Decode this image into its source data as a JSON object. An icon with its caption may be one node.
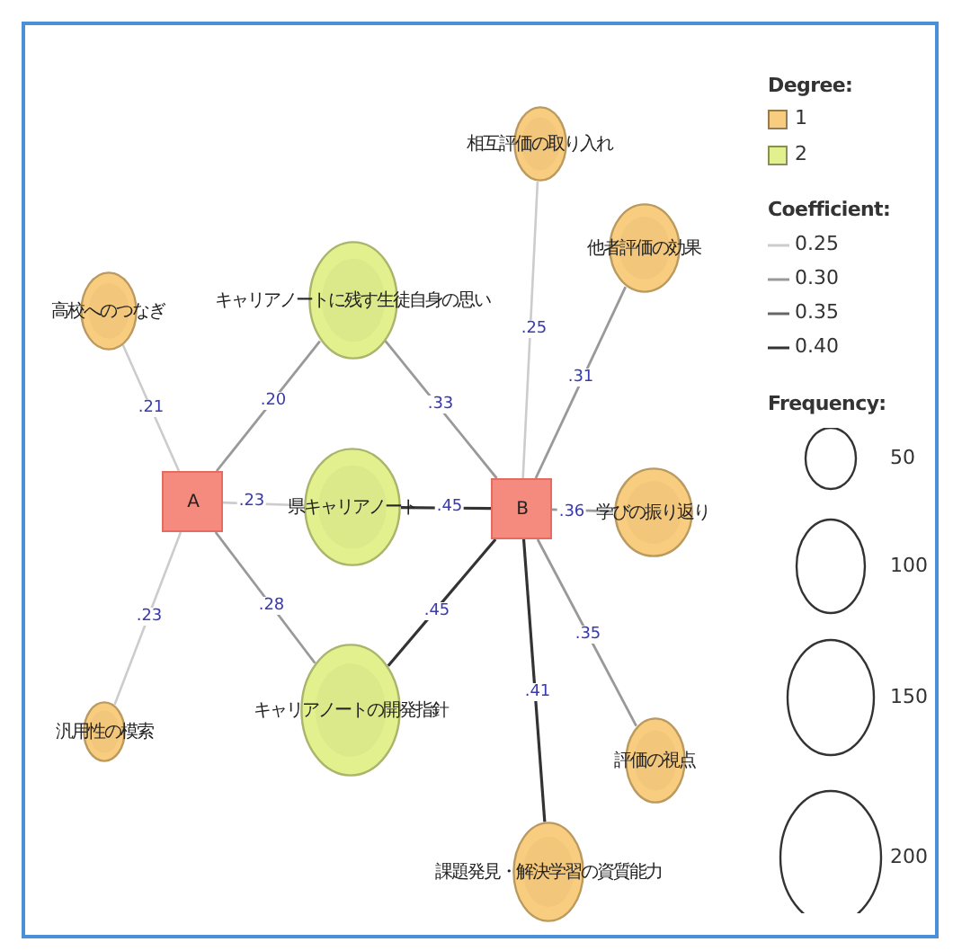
{
  "diagram": {
    "nodes": [
      {
        "text": [
          "A"
        ]
      },
      {
        "text": [
          "B"
        ]
      },
      {
        "text": [
          "高校へのつなぎ"
        ]
      },
      {
        "text": [
          "キャリアノートに残す生徒自身の思い"
        ]
      },
      {
        "text": [
          "県キャリアノート"
        ]
      },
      {
        "text": [
          "キャリアノートの開発指針"
        ]
      },
      {
        "text": [
          "汎用性の模索"
        ]
      },
      {
        "text": [
          "相互評価の取り入れ"
        ]
      },
      {
        "text": [
          "他者評価の効果"
        ]
      },
      {
        "text": [
          "学びの振り返り"
        ]
      },
      {
        "text": [
          "評価の視点"
        ]
      },
      {
        "text": [
          "課題発見・解決学習の資質能力"
        ]
      }
    ],
    "edges": [
      {
        "from": 0,
        "to": 2,
        "arrow": "none",
        "label": ".21",
        "color": "#cccccc"
      },
      {
        "from": 0,
        "to": 3,
        "arrow": "none",
        "label": ".20"
      },
      {
        "from": 0,
        "to": 4,
        "arrow": "none",
        "label": ".23",
        "color": "#cccccc"
      },
      {
        "from": 0,
        "to": 5,
        "arrow": "none",
        "label": ".28"
      },
      {
        "from": 0,
        "to": 6,
        "arrow": "none",
        "label": ".23",
        "color": "#cccccc"
      },
      {
        "from": 1,
        "to": 3,
        "arrow": "none",
        "label": ".33"
      },
      {
        "from": 1,
        "to": 4,
        "arrow": "none",
        "label": ".45",
        "color": "#333333"
      },
      {
        "from": 1,
        "to": 5,
        "arrow": "none",
        "label": ".45",
        "color": "#333333"
      },
      {
        "from": 1,
        "to": 7,
        "arrow": "none",
        "label": ".25",
        "color": "#cccccc"
      },
      {
        "from": 1,
        "to": 8,
        "arrow": "none",
        "label": ".31"
      },
      {
        "from": 1,
        "to": 9,
        "arrow": "none",
        "label": ".36"
      },
      {
        "from": 1,
        "to": 10,
        "arrow": "none",
        "label": ".35"
      },
      {
        "from": 1,
        "to": 11,
        "arrow": "none",
        "label": ".41",
        "color": "#333333"
      }
    ],
    "labels": [
      "Degree:",
      "Coefficient:",
      "Frequency:"
    ],
    "legend": [
      {
        "text": "1",
        "color": "#f9cd80"
      },
      {
        "text": "2",
        "color": "#e2f08e"
      },
      {
        "text": "0.25"
      },
      {
        "text": "0.30"
      },
      {
        "text": "0.35"
      },
      {
        "text": "0.40"
      },
      {
        "text": "50"
      },
      {
        "text": "100"
      },
      {
        "text": "150"
      },
      {
        "text": "200"
      }
    ]
  }
}
